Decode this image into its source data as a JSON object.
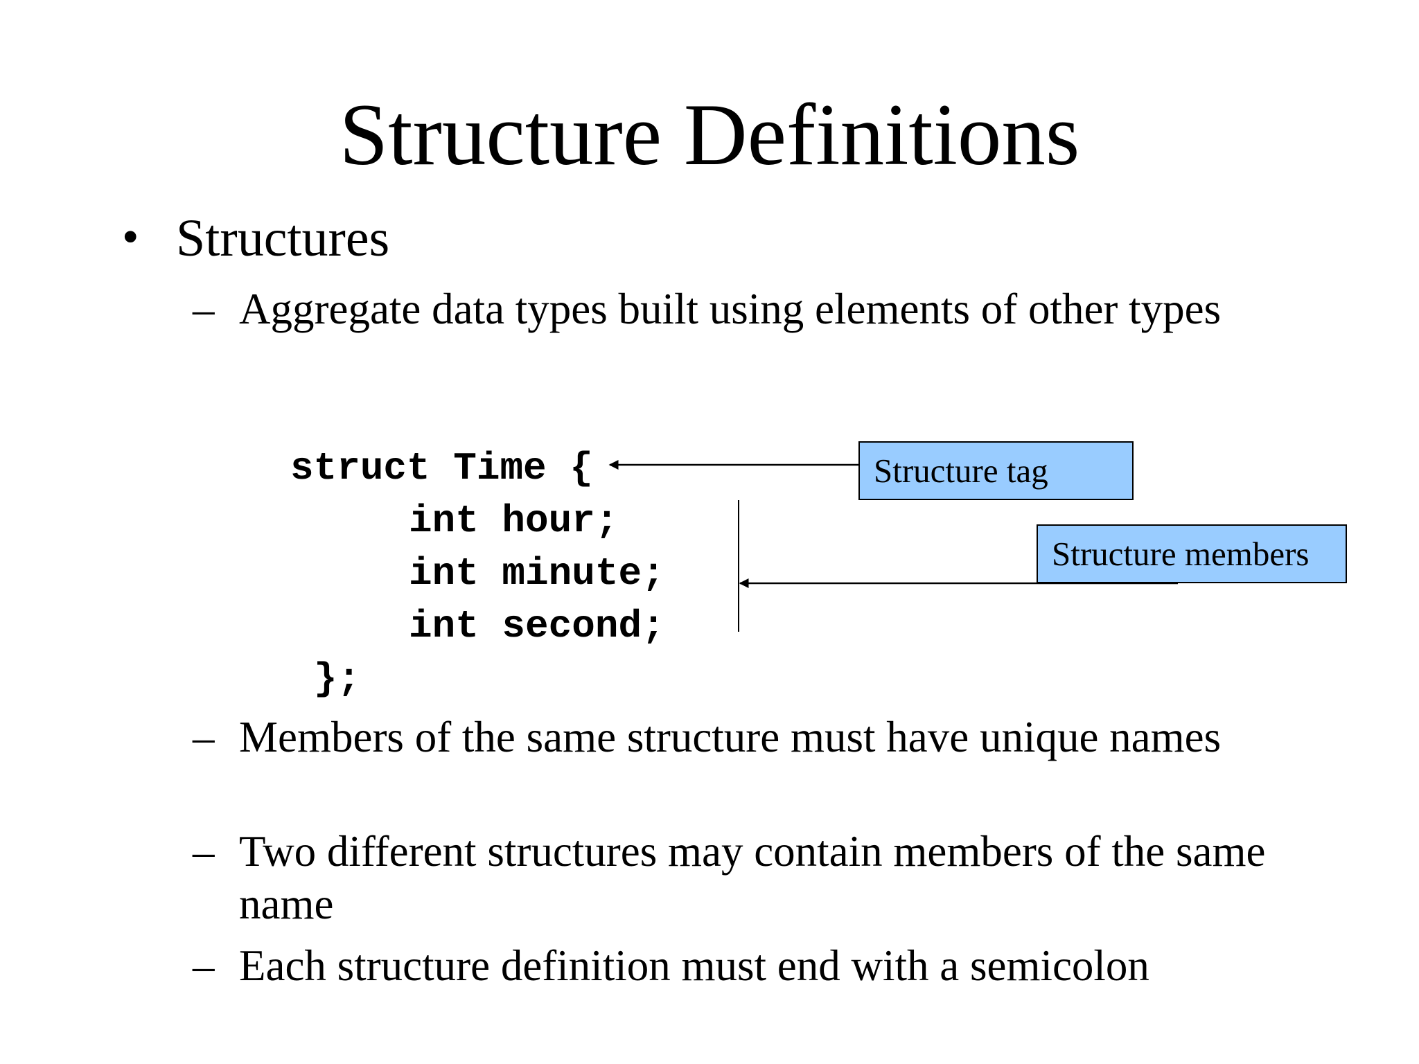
{
  "slide": {
    "title": "Structure Definitions",
    "bullet": {
      "marker": "•",
      "text": "Structures"
    },
    "sub_marker": "–",
    "sub_points": [
      "Aggregate data types built using elements of other types",
      "Members of the same structure must have unique names",
      "Two different structures may contain members of the same name",
      "Each structure definition must end with a semicolon"
    ],
    "code": [
      "struct Time {",
      "int hour;",
      "int minute;",
      "int second;",
      "};"
    ],
    "callouts": {
      "tag": "Structure tag",
      "members": "Structure members"
    },
    "callout_color": "#99ccff"
  }
}
